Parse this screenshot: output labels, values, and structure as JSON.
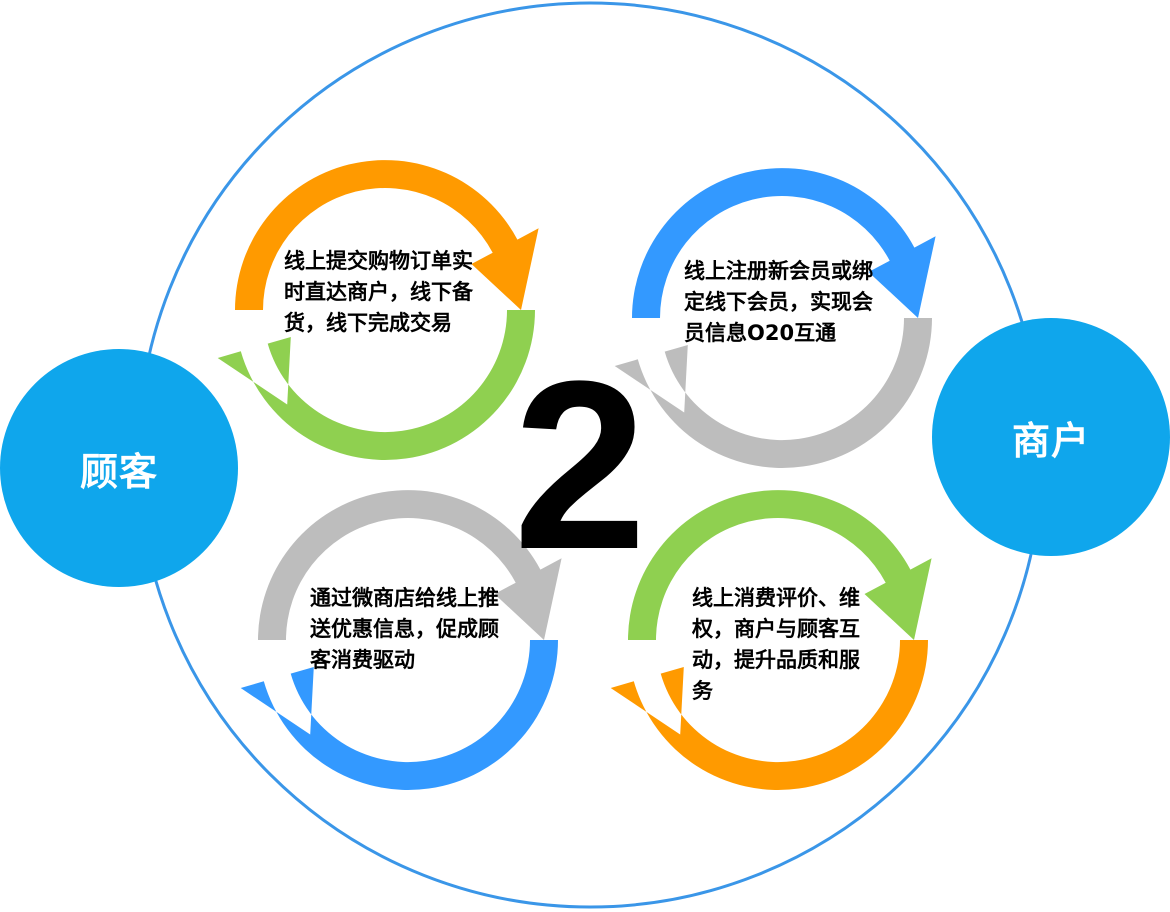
{
  "center_number": "2",
  "nodes": {
    "left": "顾客",
    "right": "商户"
  },
  "cycles": [
    {
      "text": "线上提交购物订单实时直达商户，线下备货，线下完成交易",
      "top_color": "#ff9a00",
      "bottom_color": "#8fd050"
    },
    {
      "text": "线上注册新会员或绑定线下会员，实现会员信息O20互通",
      "top_color": "#3399ff",
      "bottom_color": "#bdbdbd"
    },
    {
      "text": "通过微商店给线上推送优惠信息，促成顾客消费驱动",
      "top_color": "#bdbdbd",
      "bottom_color": "#3399ff"
    },
    {
      "text": "线上消费评价、维权，商户与顾客互动，提升品质和服务",
      "top_color": "#8fd050",
      "bottom_color": "#ff9a00"
    }
  ],
  "colors": {
    "outer_circle": "#3a96e8",
    "node_fill": "#0fa6ec",
    "text": "#000000"
  }
}
